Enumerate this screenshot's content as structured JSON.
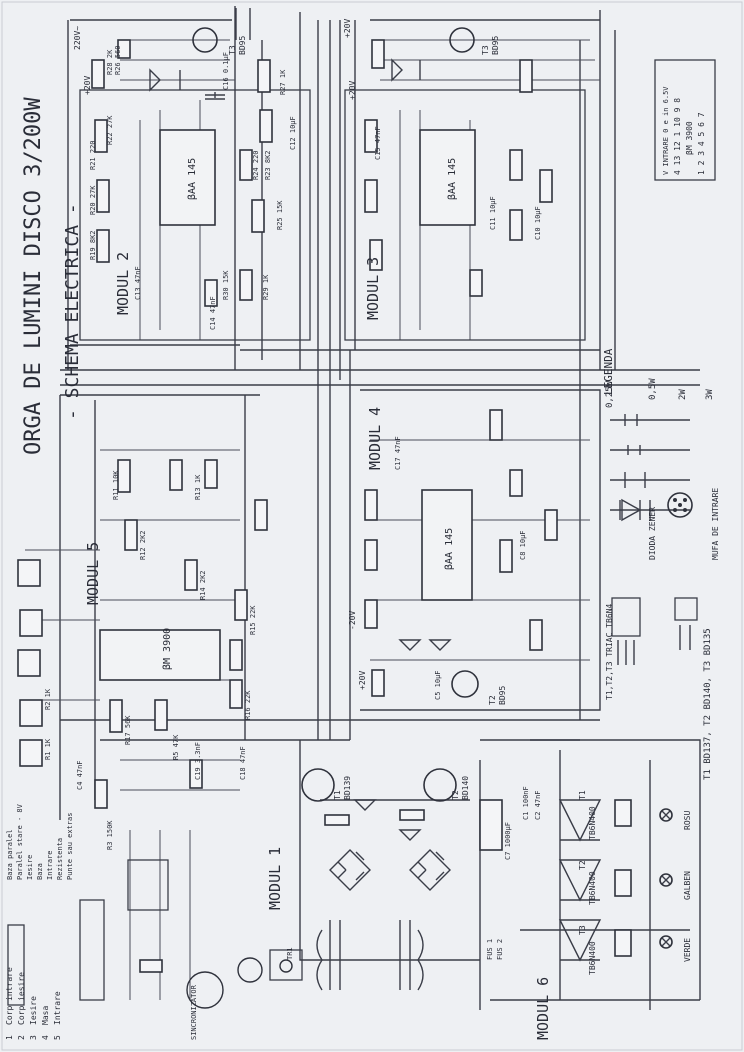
{
  "diagram": {
    "title": "ORGA DE LUMINI DISCO 3/200W",
    "subtitle": "- SCHEMA ELECTRICA -",
    "modules": [
      {
        "id": "m1",
        "label": "MODUL 1"
      },
      {
        "id": "m2",
        "label": "MODUL 2"
      },
      {
        "id": "m3",
        "label": "MODUL 3"
      },
      {
        "id": "m4",
        "label": "MODUL 4"
      },
      {
        "id": "m5",
        "label": "MODUL 5"
      },
      {
        "id": "m6",
        "label": "MODUL 6"
      }
    ],
    "ics": [
      {
        "id": "ic-m2",
        "label": "βAA 145"
      },
      {
        "id": "ic-m3",
        "label": "βAA 145"
      },
      {
        "id": "ic-m4",
        "label": "βAA 145"
      },
      {
        "id": "ic-m5",
        "label": "βM 3900"
      }
    ],
    "transistors": [
      {
        "id": "t3-m2",
        "label": "T3",
        "part": "BD95"
      },
      {
        "id": "t3-m3",
        "label": "T3",
        "part": "BD95"
      },
      {
        "id": "t2-m4",
        "label": "T2",
        "part": "BD95"
      },
      {
        "id": "t1-m1",
        "label": "T1",
        "part": "BD139"
      },
      {
        "id": "t2-m1",
        "label": "T2",
        "part": "BD140"
      }
    ],
    "triacs": [
      {
        "id": "triac-1",
        "label": "T1",
        "part": "TB6N400"
      },
      {
        "id": "triac-2",
        "label": "T2",
        "part": "TB6N400"
      },
      {
        "id": "triac-3",
        "label": "T3",
        "part": "TB6N400"
      }
    ],
    "lamps": [
      {
        "id": "lamp-1",
        "label": "ROSU"
      },
      {
        "id": "lamp-2",
        "label": "GALBEN"
      },
      {
        "id": "lamp-3",
        "label": "VERDE"
      }
    ],
    "resistors": [
      {
        "id": "r28",
        "label": "R28 2K"
      },
      {
        "id": "r26",
        "label": "R26 560"
      },
      {
        "id": "r27",
        "label": "R27 1K"
      },
      {
        "id": "r22",
        "label": "R22 27K"
      },
      {
        "id": "r21",
        "label": "R21 220"
      },
      {
        "id": "r20",
        "label": "R20 27K"
      },
      {
        "id": "r19",
        "label": "R19 8K2"
      },
      {
        "id": "r23",
        "label": "R23 8K2"
      },
      {
        "id": "r24",
        "label": "R24 220"
      },
      {
        "id": "r25",
        "label": "R25 15K"
      },
      {
        "id": "r29",
        "label": "R29 1K"
      },
      {
        "id": "r30",
        "label": "R30 15K"
      },
      {
        "id": "r3",
        "label": "R3 150K"
      },
      {
        "id": "r11",
        "label": "R11 10K"
      },
      {
        "id": "r12",
        "label": "R12 2K2"
      },
      {
        "id": "r13",
        "label": "R13 1K"
      },
      {
        "id": "r14",
        "label": "R14 2K2"
      },
      {
        "id": "r15",
        "label": "R15 22K"
      },
      {
        "id": "r16",
        "label": "R16 22K"
      },
      {
        "id": "r17",
        "label": "R17 56K"
      },
      {
        "id": "r2",
        "label": "R2 1K"
      },
      {
        "id": "r1",
        "label": "R1 1K"
      },
      {
        "id": "r5",
        "label": "R5 47K"
      }
    ],
    "capacitors": [
      {
        "id": "c16",
        "label": "C16 0.1µF"
      },
      {
        "id": "c12",
        "label": "C12 10µF"
      },
      {
        "id": "c13",
        "label": "C13 47nF"
      },
      {
        "id": "c14",
        "label": "C14 47nF"
      },
      {
        "id": "c15",
        "label": "C15 47nF"
      },
      {
        "id": "c10",
        "label": "C10 10µF"
      },
      {
        "id": "c11",
        "label": "C11 10µF"
      },
      {
        "id": "c17",
        "label": "C17 47nF"
      },
      {
        "id": "c18",
        "label": "C18 47nF"
      },
      {
        "id": "c19",
        "label": "C19 3.3nF"
      },
      {
        "id": "c8",
        "label": "C8 10µF"
      },
      {
        "id": "c7",
        "label": "C7 1000µF"
      },
      {
        "id": "c5",
        "label": "C5 10µF"
      },
      {
        "id": "c4",
        "label": "C4 47nF"
      },
      {
        "id": "c1",
        "label": "C1 100nF"
      },
      {
        "id": "c2",
        "label": "C2 47nF"
      }
    ],
    "voltage_labels": [
      "+20V",
      "+20V",
      "-20V",
      "+20V",
      "+20V"
    ],
    "connector_table": [
      {
        "pin": "1",
        "signal": "Corp intrare"
      },
      {
        "pin": "2",
        "signal": "Corp iesire"
      },
      {
        "pin": "3",
        "signal": "Iesire"
      },
      {
        "pin": "4",
        "signal": "Masa"
      },
      {
        "pin": "5",
        "signal": "Intrare"
      }
    ],
    "connector_right": [
      "Baza paralel",
      "Paralel stare - 8V",
      "Iesire",
      "Baza",
      "Intrare",
      "Rezistenta",
      "Punte sau extras"
    ],
    "legend": {
      "title": "LEGENDA",
      "items": [
        "0,25W",
        "0,5W",
        "2W",
        "3W"
      ]
    },
    "symbols": [
      {
        "id": "sym-zener",
        "label": "DIODA ZENER"
      },
      {
        "id": "sym-socket",
        "label": "MUFA DE INTRARE"
      }
    ],
    "transistor_info": [
      "T1,T2,T3 TRIAC TB6N4",
      "T1 BD137, T2 BD140, T3 BD135"
    ],
    "ic_pinout": {
      "title": "V  INTRARE 0 e in 6.5V",
      "rows": [
        "4 13 12 1 10 9 8",
        "βM 3900",
        "1 2 3 4 5 6 7"
      ]
    },
    "misc": [
      "FUS 1",
      "FUS 2",
      "TR1",
      "SINCRONIZATOR",
      "220V~"
    ]
  }
}
